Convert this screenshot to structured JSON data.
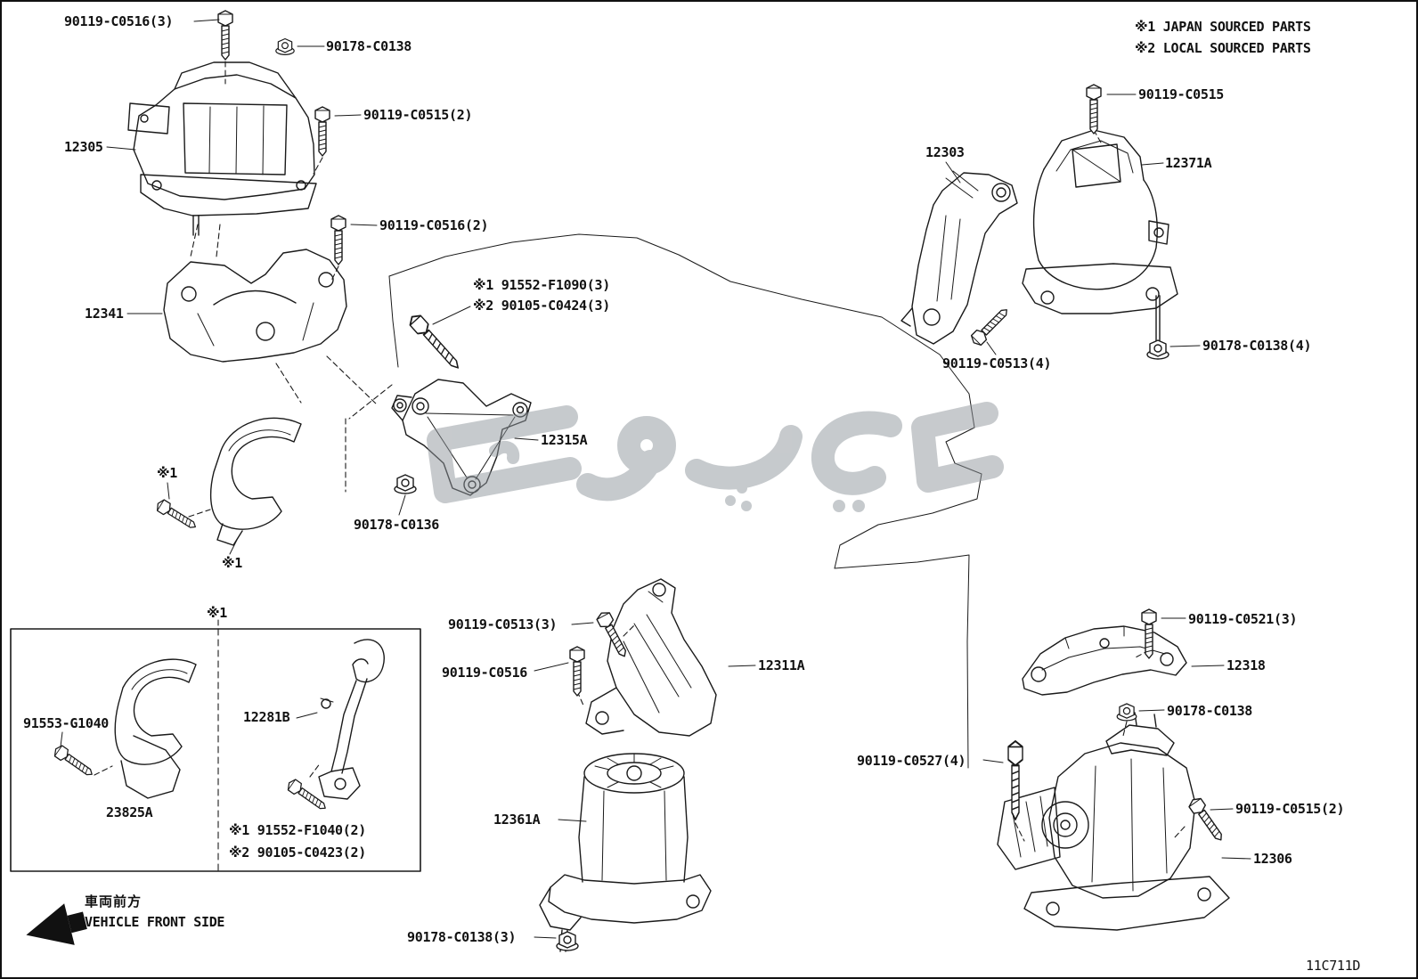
{
  "legend": {
    "line1": "※1 JAPAN SOURCED PARTS",
    "line2": "※2 LOCAL SOURCED PARTS"
  },
  "footer": {
    "front_jp": "車両前方",
    "front_en": "VEHICLE FRONT SIDE",
    "code": "11C711D"
  },
  "labels": {
    "bolt_90119_c0516_3": "90119-C0516(3)",
    "nut_90178_c0138_top": "90178-C0138",
    "part_12305": "12305",
    "bolt_90119_c0515_2_top": "90119-C0515(2)",
    "bolt_90119_c0516_2": "90119-C0516(2)",
    "part_12341": "12341",
    "bolt_91552_f1090": "※1 91552-F1090(3)",
    "bolt_90105_c0424": "※2 90105-C0424(3)",
    "part_12315a": "12315A",
    "nut_90178_c0136": "90178-C0136",
    "ref_star1_bolt": "※1",
    "ref_star1_bracket": "※1",
    "bolt_90119_c0515_tr": "90119-C0515",
    "part_12303": "12303",
    "part_12371a": "12371A",
    "bolt_90119_c0513_4": "90119-C0513(4)",
    "nut_90178_c0138_4": "90178-C0138(4)",
    "bolt_90119_c0513_3": "90119-C0513(3)",
    "bolt_90119_c0516_b": "90119-C0516",
    "part_12311a": "12311A",
    "part_12361a": "12361A",
    "nut_90178_c0138_3": "90178-C0138(3)",
    "bolt_90119_c0521_3": "90119-C0521(3)",
    "part_12318": "12318",
    "nut_90178_c0138_br": "90178-C0138",
    "bolt_90119_c0527_4": "90119-C0527(4)",
    "bolt_90119_c0515_2_br": "90119-C0515(2)",
    "part_12306": "12306",
    "bolt_91553_g1040": "91553-G1040",
    "part_23825a": "23825A",
    "part_12281b": "12281B",
    "box_note1": "※1 91552-F1040(2)",
    "box_note2": "※2 90105-C0423(2)",
    "ref_star1_box": "※1"
  }
}
